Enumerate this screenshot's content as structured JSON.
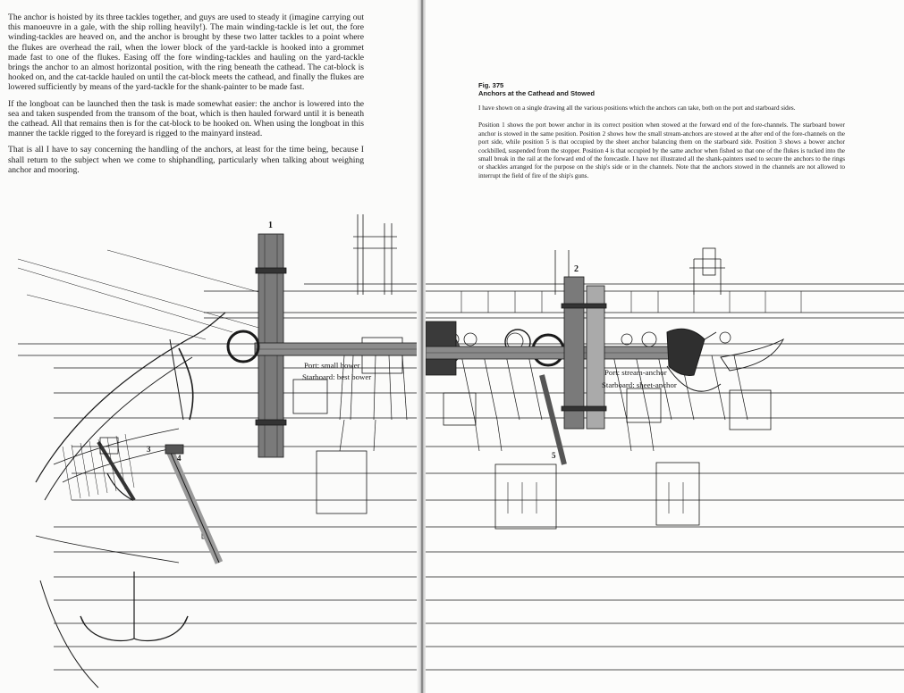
{
  "left_page": {
    "paragraphs": [
      "The anchor is hoisted by its three tackles together, and guys are used to steady it (imagine carrying out this manoeuvre in a gale, with the ship rolling heavily!). The main winding-tackle is let out, the fore winding-tackles are heaved on, and the anchor is brought by these two latter tackles to a point where the flukes are overhead the rail, when the lower block of the yard-tackle is hooked into a grommet made fast to one of the flukes. Easing off the fore winding-tackles and hauling on the yard-tackle brings the anchor to an almost horizontal position, with the ring beneath the cathead. The cat-block is hooked on, and the cat-tackle hauled on until the cat-block meets the cathead, and finally the flukes are lowered sufficiently by means of the yard-tackle for the shank-painter to be made fast.",
      "If the longboat can be launched then the task is made somewhat easier: the anchor is lowered into the sea and taken suspended from the transom of the boat, which is then hauled forward until it is beneath the cathead. All that remains then is for the cat-block to be hooked on. When using the longboat in this manner the tackle rigged to the foreyard is rigged to the mainyard instead.",
      "That is all I have to say concerning the handling of the anchors, at least for the time being, because I shall return to the subject when we come to shiphandling, particularly when talking about weighing anchor and mooring."
    ],
    "labels": {
      "position_1": "1",
      "position_3": "3",
      "position_4": "4",
      "port": "Port: small bower",
      "starboard": "Starboard: best bower"
    }
  },
  "right_page": {
    "fig_number": "Fig. 375",
    "fig_title": "Anchors at the Cathead and Stowed",
    "intro": "I have shown on a single drawing all the various positions which the anchors can take, both on the port and starboard sides.",
    "body": "Position 1 shows the port bower anchor in its correct position when stowed at the forward end of the fore-channels. The starboard bower anchor is stowed in the same position. Position 2 shows how the small stream-anchors are stowed at the after end of the fore-channels on the port side, while position 5 is that occupied by the sheet anchor balancing them on the starboard side. Position 3 shows a bower anchor cockbilled, suspended from the stopper. Position 4 is that occupied by the same anchor when fished so that one of the flukes is tucked into the small break in the rail at the forward end of the forecastle. I have not illustrated all the shank-painters used to secure the anchors to the rings or shackles arranged for the purpose on the ship's side or in the channels. Note that the anchors stowed in the channels are not allowed to interrupt the field of fire of the ship's guns.",
    "labels": {
      "position_2": "2",
      "position_5": "5",
      "port": "Port: stream-anchor",
      "starboard": "Starboard: sheet-anchor"
    }
  },
  "colors": {
    "ink": "#1a1a1a",
    "shading": "#555555",
    "paper": "#fbfbfa"
  }
}
